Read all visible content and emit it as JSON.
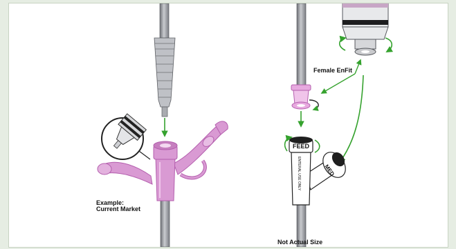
{
  "labels": {
    "example_line1": "Example:",
    "example_line2": "Current Market",
    "female_enfit": "Female EnFit",
    "not_actual_size": "Not Actual Size",
    "feed_port": "FEED",
    "med_port": "MED",
    "side_text": "ENTERAL USE ONLY"
  },
  "colors": {
    "background": "#e6ede3",
    "panel": "#ffffff",
    "pink_connector": "#d99ad3",
    "pink_dark": "#b45fae",
    "tube_gray": "#9c9ea4",
    "arrow_green": "#35a22e"
  }
}
